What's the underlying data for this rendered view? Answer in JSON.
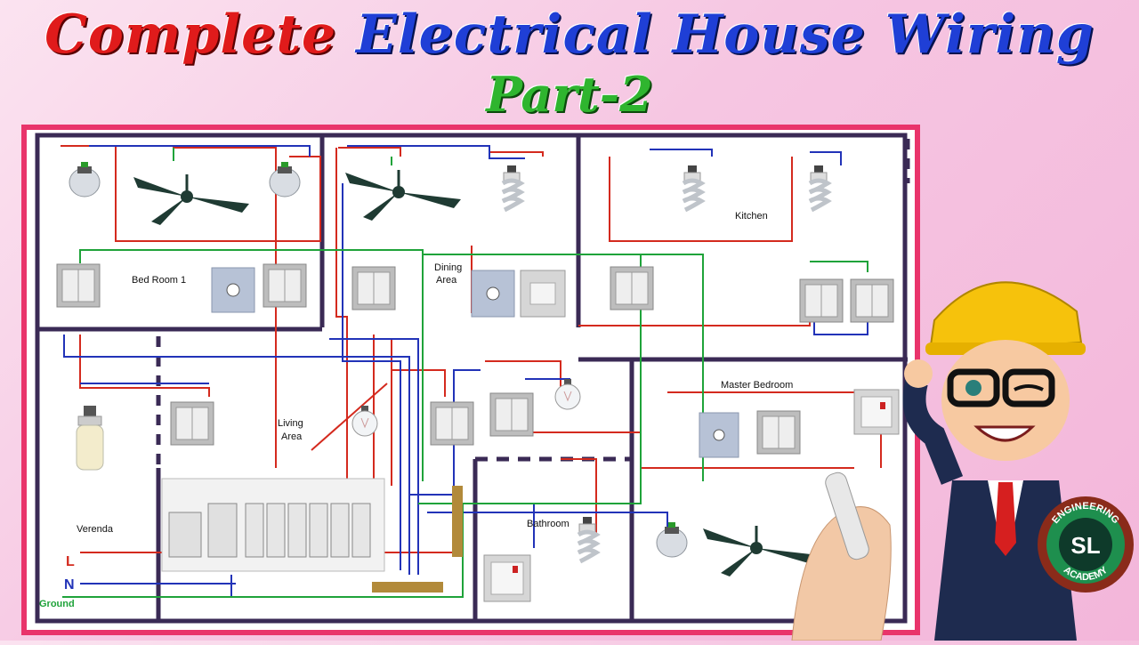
{
  "header": {
    "title_part1": "Complete",
    "title_part2": "Electrical House Wiring",
    "subtitle": "Part-2"
  },
  "rooms": {
    "bedroom1": "Bed Room 1",
    "dining": [
      "Dining",
      "Area"
    ],
    "kitchen": "Kitchen",
    "living": [
      "Living",
      "Area"
    ],
    "master": "Master Bedroom",
    "verenda": "Verenda",
    "bathroom": "Bathroom"
  },
  "supply": {
    "line": "L",
    "neutral": "N",
    "ground": "Ground"
  },
  "logo": {
    "top_text": "ENGINEERING",
    "bottom_text": "ACADEMY",
    "monogram": "SL"
  },
  "colors": {
    "title_red": "#e01b1b",
    "title_blue": "#1f3fd6",
    "subtitle_green": "#2fb52f",
    "frame_pink": "#e9346b",
    "wire_live": "#d42a1e",
    "wire_neutral": "#2233b8",
    "wire_earth": "#1fa33a"
  }
}
